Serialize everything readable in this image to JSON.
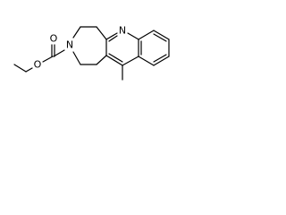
{
  "atom_labels": {
    "ring_nitrogen": "N",
    "carbamate_nitrogen": "N",
    "carbonyl_oxygen": "O",
    "ester_oxygen": "O"
  },
  "colors": {
    "bond": "#000000",
    "background": "#ffffff"
  }
}
